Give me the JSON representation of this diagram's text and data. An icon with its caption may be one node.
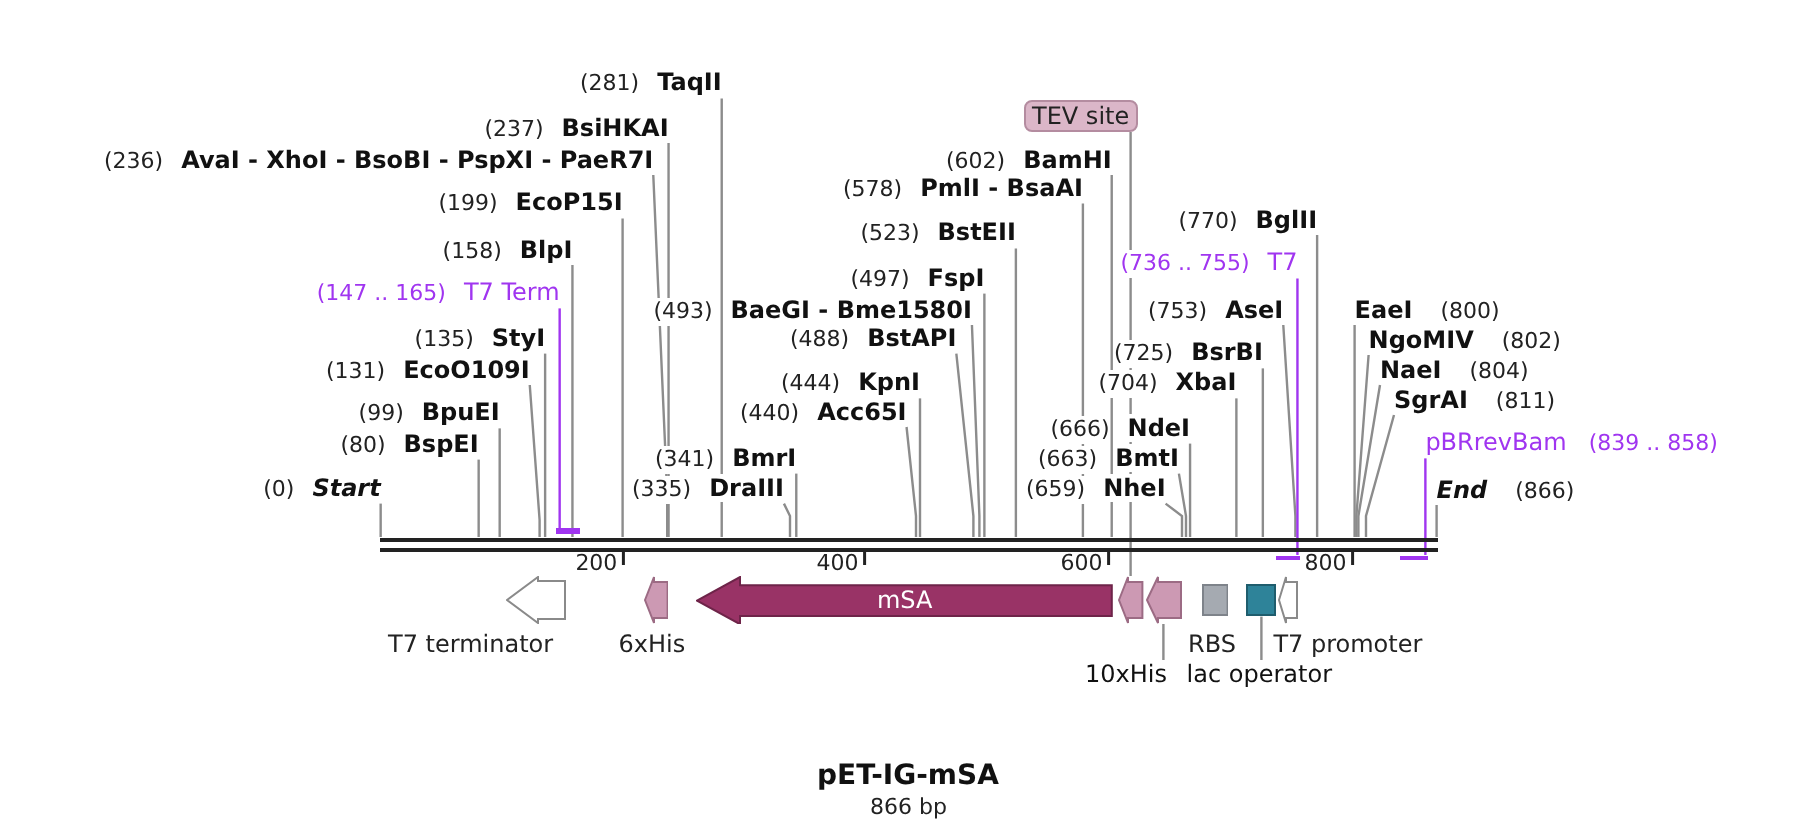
{
  "diagram": {
    "title": "pET-IG-mSA",
    "caption": "866 bp",
    "nodes": [
      {
        "text": [
          "(281)",
          "TaqII"
        ]
      },
      {
        "text": [
          "TEV site"
        ]
      },
      {
        "text": [
          "(237)",
          "BsiHKAI"
        ]
      },
      {
        "text": [
          "(236)",
          "AvaI - XhoI - BsoBI - PspXI - PaeR7I"
        ]
      },
      {
        "text": [
          "(602)",
          "BamHI"
        ]
      },
      {
        "text": [
          "(578)",
          "PmlI - BsaAI"
        ]
      },
      {
        "text": [
          "(199)",
          "EcoP15I"
        ]
      },
      {
        "text": [
          "(770)",
          "BglII"
        ]
      },
      {
        "text": [
          "(523)",
          "BstEII"
        ]
      },
      {
        "text": [
          "(158)",
          "BlpI"
        ]
      },
      {
        "text": [
          "(736 .. 755)",
          "T7"
        ]
      },
      {
        "text": [
          "(497)",
          "FspI"
        ]
      },
      {
        "text": [
          "(147 .. 165)",
          "T7 Term"
        ]
      },
      {
        "text": [
          "(493)",
          "BaeGI - Bme1580I"
        ]
      },
      {
        "text": [
          "(753)",
          "AseI"
        ]
      },
      {
        "text": [
          "EaeI",
          "(800)"
        ]
      },
      {
        "text": [
          "(135)",
          "StyI"
        ]
      },
      {
        "text": [
          "(488)",
          "BstAPI"
        ]
      },
      {
        "text": [
          "NgoMIV",
          "(802)"
        ]
      },
      {
        "text": [
          "(725)",
          "BsrBI"
        ]
      },
      {
        "text": [
          "(131)",
          "EcoO109I"
        ]
      },
      {
        "text": [
          "NaeI",
          "(804)"
        ]
      },
      {
        "text": [
          "(444)",
          "KpnI"
        ]
      },
      {
        "text": [
          "(704)",
          "XbaI"
        ]
      },
      {
        "text": [
          "SgrAI",
          "(811)"
        ]
      },
      {
        "text": [
          "(440)",
          "Acc65I"
        ]
      },
      {
        "text": [
          "(99)",
          "BpuEI"
        ]
      },
      {
        "text": [
          "(666)",
          "NdeI"
        ]
      },
      {
        "text": [
          "pBRrevBam",
          "(839 .. 858)"
        ]
      },
      {
        "text": [
          "(80)",
          "BspEI"
        ]
      },
      {
        "text": [
          "(341)",
          "BmrI"
        ]
      },
      {
        "text": [
          "(663)",
          "BmtI"
        ]
      },
      {
        "text": [
          "(0)",
          "Start"
        ]
      },
      {
        "text": [
          "(335)",
          "DraIII"
        ]
      },
      {
        "text": [
          "(659)",
          "NheI"
        ]
      },
      {
        "text": [
          "End",
          "(866)"
        ]
      },
      {
        "text": [],
        "shape": "bar"
      },
      {
        "text": [],
        "shape": "bar"
      },
      {
        "text": [],
        "shape": "bar"
      },
      {
        "text": [],
        "shape": "bar"
      },
      {
        "text": [],
        "shape": "arrow",
        "beside": [
          "T7 terminator"
        ]
      },
      {
        "text": [],
        "shape": "arrow",
        "beside": [
          "6xHis"
        ]
      },
      {
        "text": [
          "mSA"
        ]
      },
      {
        "text": [],
        "shape": "arrow"
      },
      {
        "text": [],
        "shape": "arrow"
      },
      {
        "text": [],
        "shape": "box",
        "beside": [
          "RBS"
        ]
      },
      {
        "text": [],
        "shape": "box"
      },
      {
        "text": [],
        "shape": "arrow",
        "beside": [
          "T7 promoter"
        ]
      },
      {
        "text": [
          "10xHis"
        ]
      },
      {
        "text": [
          "lac operator"
        ]
      }
    ],
    "edges": [
      {
        "from": 0,
        "to": 37,
        "arrow": "none"
      },
      {
        "from": 2,
        "to": 37,
        "arrow": "none"
      },
      {
        "from": 3,
        "to": 37,
        "arrow": "none"
      },
      {
        "from": 4,
        "to": 37,
        "arrow": "none"
      },
      {
        "from": 5,
        "to": 37,
        "arrow": "none"
      },
      {
        "from": 6,
        "to": 37,
        "arrow": "none"
      },
      {
        "from": 7,
        "to": 37,
        "arrow": "none"
      },
      {
        "from": 8,
        "to": 37,
        "arrow": "none"
      },
      {
        "from": 9,
        "to": 37,
        "arrow": "none"
      },
      {
        "from": 11,
        "to": 37,
        "arrow": "none"
      },
      {
        "from": 13,
        "to": 37,
        "arrow": "none"
      },
      {
        "from": 14,
        "to": 37,
        "arrow": "none"
      },
      {
        "from": 15,
        "to": 37,
        "arrow": "none"
      },
      {
        "from": 16,
        "to": 37,
        "arrow": "none"
      },
      {
        "from": 17,
        "to": 37,
        "arrow": "none"
      },
      {
        "from": 18,
        "to": 37,
        "arrow": "none"
      },
      {
        "from": 19,
        "to": 37,
        "arrow": "none"
      },
      {
        "from": 20,
        "to": 37,
        "arrow": "none"
      },
      {
        "from": 21,
        "to": 37,
        "arrow": "none"
      },
      {
        "from": 22,
        "to": 37,
        "arrow": "none"
      },
      {
        "from": 23,
        "to": 37,
        "arrow": "none"
      },
      {
        "from": 24,
        "to": 37,
        "arrow": "none"
      },
      {
        "from": 25,
        "to": 37,
        "arrow": "none"
      },
      {
        "from": 26,
        "to": 37,
        "arrow": "none"
      },
      {
        "from": 27,
        "to": 37,
        "arrow": "none"
      },
      {
        "from": 29,
        "to": 37,
        "arrow": "none"
      },
      {
        "from": 30,
        "to": 37,
        "arrow": "none"
      },
      {
        "from": 31,
        "to": 37,
        "arrow": "none"
      },
      {
        "from": 32,
        "to": 37,
        "arrow": "none"
      },
      {
        "from": 33,
        "to": 37,
        "arrow": "none"
      },
      {
        "from": 34,
        "to": 37,
        "arrow": "none"
      },
      {
        "from": 35,
        "to": 37,
        "arrow": "none"
      },
      {
        "from": 12,
        "to": 36,
        "arrow": "none",
        "color": "#a035f0"
      },
      {
        "from": 10,
        "to": 38,
        "arrow": "none",
        "color": "#a035f0"
      },
      {
        "from": 28,
        "to": 39,
        "arrow": "none",
        "color": "#a035f0"
      },
      {
        "from": 1,
        "to": 43,
        "arrow": "none"
      },
      {
        "from": 48,
        "to": 44,
        "arrow": "none"
      },
      {
        "from": 49,
        "to": 46,
        "arrow": "none"
      }
    ],
    "labels": [
      "200",
      "400",
      "600",
      "800"
    ]
  }
}
